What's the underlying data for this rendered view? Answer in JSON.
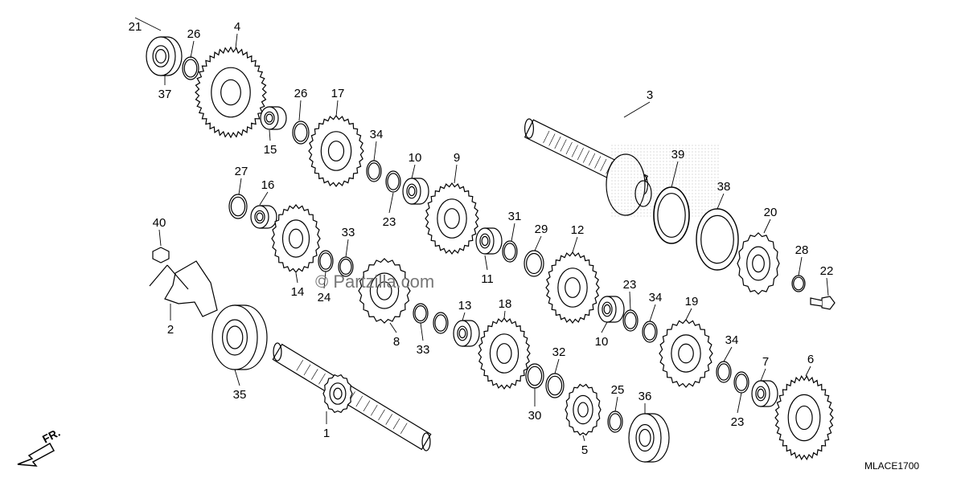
{
  "diagram": {
    "code": "MLACE1700",
    "watermark": "© Partzilla.com",
    "direction_label": "FR.",
    "colors": {
      "ink": "#000000",
      "paper": "#ffffff",
      "watermark": "#777777"
    },
    "parts": [
      {
        "id": "p21",
        "label": "21"
      },
      {
        "id": "p26a",
        "label": "26"
      },
      {
        "id": "p4",
        "label": "4"
      },
      {
        "id": "p37",
        "label": "37"
      },
      {
        "id": "p26b",
        "label": "26"
      },
      {
        "id": "p17",
        "label": "17"
      },
      {
        "id": "p3",
        "label": "3"
      },
      {
        "id": "p15",
        "label": "15"
      },
      {
        "id": "p34a",
        "label": "34"
      },
      {
        "id": "p10a",
        "label": "10"
      },
      {
        "id": "p9",
        "label": "9"
      },
      {
        "id": "p39",
        "label": "39"
      },
      {
        "id": "p27",
        "label": "27"
      },
      {
        "id": "p16",
        "label": "16"
      },
      {
        "id": "p23a",
        "label": "23"
      },
      {
        "id": "p38",
        "label": "38"
      },
      {
        "id": "p20",
        "label": "20"
      },
      {
        "id": "p31",
        "label": "31"
      },
      {
        "id": "p29",
        "label": "29"
      },
      {
        "id": "p12",
        "label": "12"
      },
      {
        "id": "p28",
        "label": "28"
      },
      {
        "id": "p40",
        "label": "40"
      },
      {
        "id": "p33a",
        "label": "33"
      },
      {
        "id": "p22",
        "label": "22"
      },
      {
        "id": "p11",
        "label": "11"
      },
      {
        "id": "p14",
        "label": "14"
      },
      {
        "id": "p24",
        "label": "24"
      },
      {
        "id": "p23b",
        "label": "23"
      },
      {
        "id": "p34b",
        "label": "34"
      },
      {
        "id": "p19",
        "label": "19"
      },
      {
        "id": "p13",
        "label": "13"
      },
      {
        "id": "p18",
        "label": "18"
      },
      {
        "id": "p2",
        "label": "2"
      },
      {
        "id": "p8",
        "label": "8"
      },
      {
        "id": "p33b",
        "label": "33"
      },
      {
        "id": "p10b",
        "label": "10"
      },
      {
        "id": "p34c",
        "label": "34"
      },
      {
        "id": "p32",
        "label": "32"
      },
      {
        "id": "p7",
        "label": "7"
      },
      {
        "id": "p6",
        "label": "6"
      },
      {
        "id": "p35",
        "label": "35"
      },
      {
        "id": "p25",
        "label": "25"
      },
      {
        "id": "p36",
        "label": "36"
      },
      {
        "id": "p30",
        "label": "30"
      },
      {
        "id": "p23c",
        "label": "23"
      },
      {
        "id": "p1",
        "label": "1"
      },
      {
        "id": "p5",
        "label": "5"
      }
    ]
  }
}
